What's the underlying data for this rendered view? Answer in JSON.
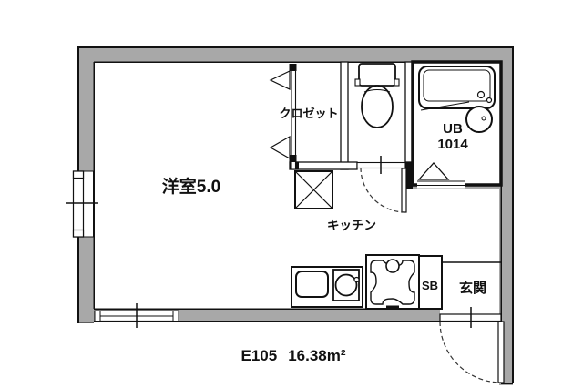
{
  "plan": {
    "unit_number": "E105",
    "floor_area": "16.38m²",
    "rooms": [
      {
        "name": "western-room",
        "label": "洋室5.0"
      },
      {
        "name": "closet",
        "label": "クロゼット"
      },
      {
        "name": "unit-bath",
        "label_line1": "UB",
        "label_line2": "1014"
      },
      {
        "name": "kitchen",
        "label": "キッチン"
      },
      {
        "name": "shoe-box",
        "label": "SB"
      },
      {
        "name": "entrance",
        "label": "玄関"
      }
    ],
    "colors": {
      "wall_fill": "#a8a8a8",
      "outline": "#111111",
      "background": "#ffffff"
    }
  }
}
